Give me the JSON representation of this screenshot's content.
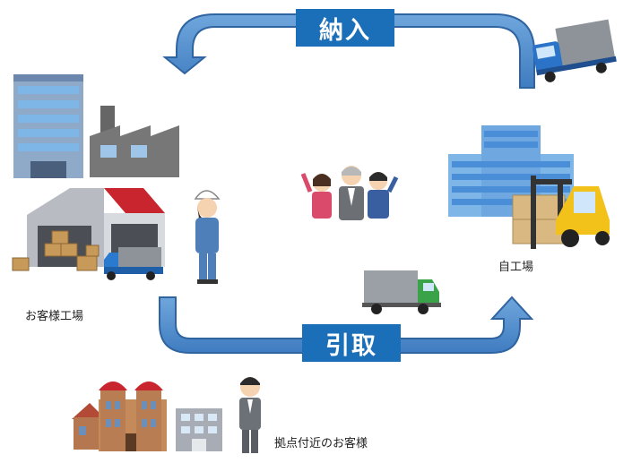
{
  "badges": {
    "delivery": "納入",
    "pickup": "引取"
  },
  "labels": {
    "customer_factory": "お客様工場",
    "own_factory": "自工場",
    "nearby_customers": "拠点付近のお客様"
  },
  "colors": {
    "arrow_fill": "#4a86c8",
    "arrow_stroke": "#2f64a0",
    "badge": "#1b6fb8"
  },
  "icons": [
    "office-building-icon",
    "factory-icon",
    "warehouse-icon",
    "worker-icon",
    "truck-icon",
    "people-group-icon",
    "forklift-icon",
    "brick-house-icon"
  ]
}
